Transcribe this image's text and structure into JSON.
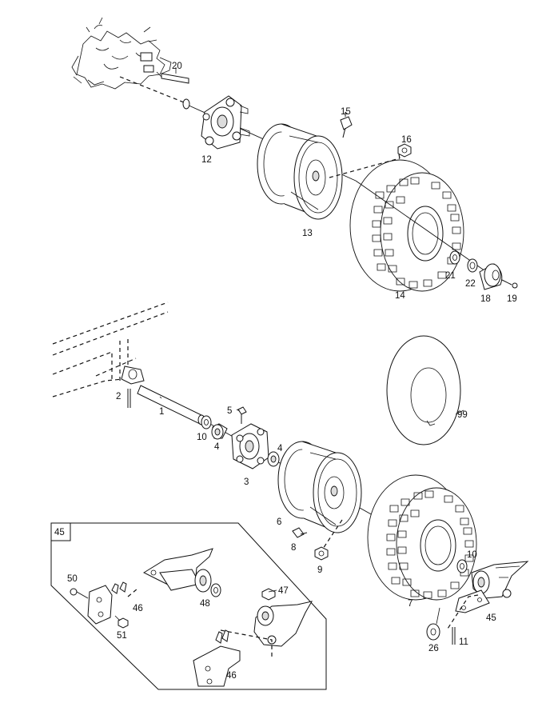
{
  "callouts": {
    "c1": "1",
    "c2": "2",
    "c3": "3",
    "c4a": "4",
    "c4b": "4",
    "c5": "5",
    "c6": "6",
    "c7": "7",
    "c8": "8",
    "c9": "9",
    "c10a": "10",
    "c10b": "10",
    "c11": "11",
    "c12": "12",
    "c13": "13",
    "c14": "14",
    "c15": "15",
    "c16": "16",
    "c18": "18",
    "c19": "19",
    "c20": "20",
    "c21": "21",
    "c22": "22",
    "c26": "26",
    "c45a": "45",
    "c46a": "46",
    "c46b": "46",
    "c47": "47",
    "c48": "48",
    "c50": "50",
    "c51": "51",
    "c99": "99"
  },
  "inset": {
    "label": "45"
  }
}
